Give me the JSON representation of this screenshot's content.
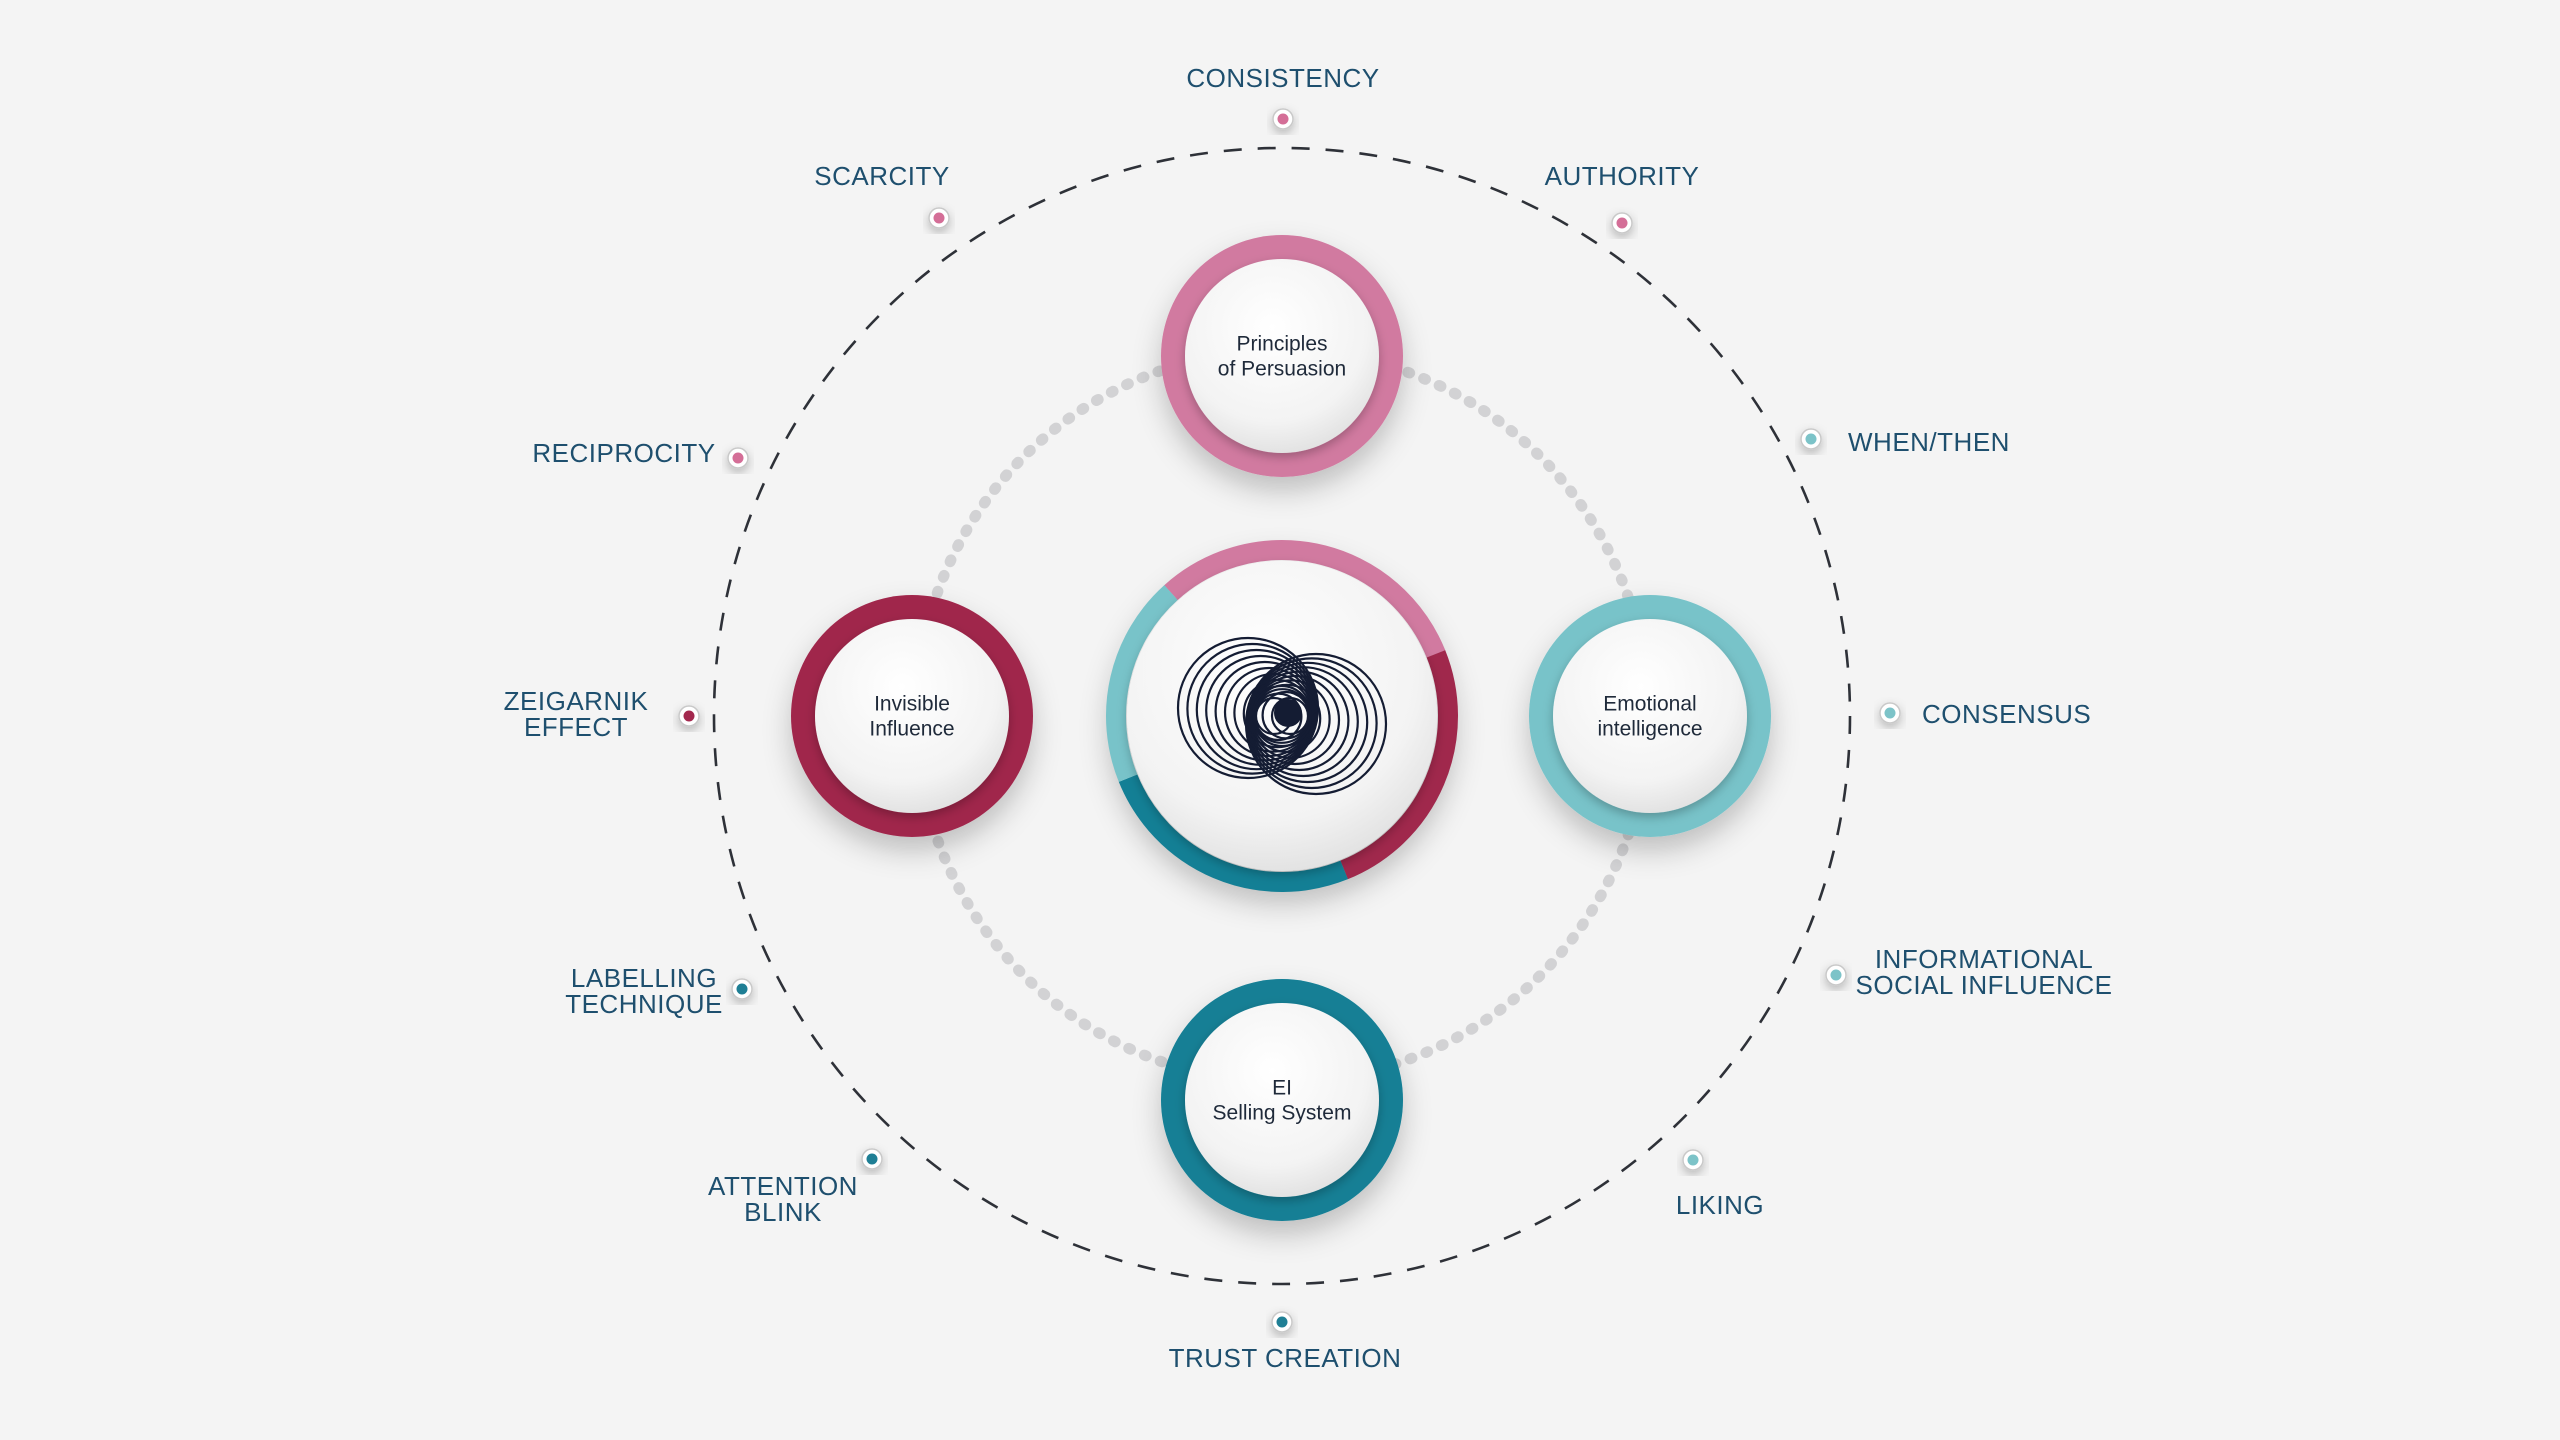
{
  "diagram": {
    "center_icon": "concentric-spiral-logo",
    "inner_nodes": [
      {
        "id": "persuasion",
        "lines": [
          "Principles",
          "of Persuasion"
        ],
        "color": "#d17aa0"
      },
      {
        "id": "invisible",
        "lines": [
          "Invisible",
          "Influence"
        ],
        "color": "#a0284c"
      },
      {
        "id": "emotional",
        "lines": [
          "Emotional",
          "intelligence"
        ],
        "color": "#78c3c9"
      },
      {
        "id": "ei-selling",
        "lines": [
          "EI",
          "Selling System"
        ],
        "color": "#137f95"
      }
    ],
    "outer_labels": [
      {
        "id": "consistency",
        "lines": [
          "CONSISTENCY"
        ],
        "dot": "#d46e97"
      },
      {
        "id": "authority",
        "lines": [
          "AUTHORITY"
        ],
        "dot": "#d46e97"
      },
      {
        "id": "when-then",
        "lines": [
          "WHEN/THEN"
        ],
        "dot": "#7cc3c8"
      },
      {
        "id": "consensus",
        "lines": [
          "CONSENSUS"
        ],
        "dot": "#7cc3c8"
      },
      {
        "id": "informational-social-influence",
        "lines": [
          "INFORMATIONAL",
          "SOCIAL INFLUENCE"
        ],
        "dot": "#7cc3c8"
      },
      {
        "id": "liking",
        "lines": [
          "LIKING"
        ],
        "dot": "#7cc3c8"
      },
      {
        "id": "trust-creation",
        "lines": [
          "TRUST CREATION"
        ],
        "dot": "#1f7f95"
      },
      {
        "id": "attention-blink",
        "lines": [
          "ATTENTION",
          "BLINK"
        ],
        "dot": "#1f7f95"
      },
      {
        "id": "labelling-technique",
        "lines": [
          "LABELLING",
          "TECHNIQUE"
        ],
        "dot": "#1f7f95"
      },
      {
        "id": "zeigarnik-effect",
        "lines": [
          "ZEIGARNIK",
          "EFFECT"
        ],
        "dot": "#a3284e"
      },
      {
        "id": "reciprocity",
        "lines": [
          "RECIPROCITY"
        ],
        "dot": "#d46e97"
      },
      {
        "id": "scarcity",
        "lines": [
          "SCARCITY"
        ],
        "dot": "#d46e97"
      }
    ]
  }
}
